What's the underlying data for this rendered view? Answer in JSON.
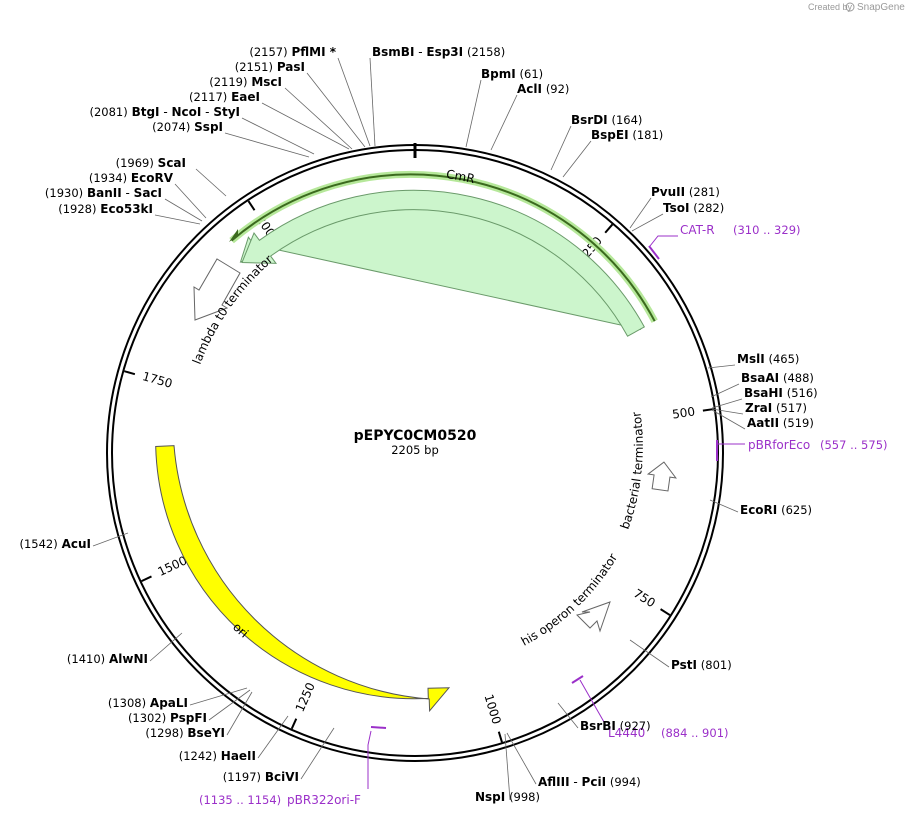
{
  "header": {
    "credit_prefix": "Created by",
    "credit_brand": "SnapGene"
  },
  "plasmid": {
    "name": "pEPYC0CM0520",
    "size_label": "2205 bp",
    "length": 2205
  },
  "ticks": [
    {
      "pos": 250,
      "label": "250"
    },
    {
      "pos": 500,
      "label": "500"
    },
    {
      "pos": 750,
      "label": "750"
    },
    {
      "pos": 1000,
      "label": "1000"
    },
    {
      "pos": 1250,
      "label": "1250"
    },
    {
      "pos": 1500,
      "label": "1500"
    },
    {
      "pos": 1750,
      "label": "1750"
    },
    {
      "pos": 2000,
      "label": "2000"
    }
  ],
  "features": [
    {
      "name": "CmR",
      "type": "cds",
      "color": "#ccf5cc",
      "stroke": "#6a9a6a",
      "highlight": "#3b6a1e"
    },
    {
      "name": "ori",
      "type": "origin",
      "color": "#ffff00",
      "stroke": "#555555"
    },
    {
      "name": "lambda t0 terminator",
      "type": "terminator"
    },
    {
      "name": "bacterial terminator",
      "type": "terminator"
    },
    {
      "name": "his operon terminator",
      "type": "terminator"
    }
  ],
  "primers": [
    {
      "name": "CAT-R",
      "range": "(310 .. 329)"
    },
    {
      "name": "pBRforEco",
      "range": "(557 .. 575)"
    },
    {
      "name": "L4440",
      "range": "(884 .. 901)"
    },
    {
      "name": "pBR322ori-F",
      "range": "(1135 .. 1154)"
    }
  ],
  "sites": [
    {
      "id": "pflmi",
      "parts": [
        "PflMI *"
      ],
      "pos": "(2157)"
    },
    {
      "id": "bsmbi",
      "parts": [
        "BsmBI",
        "Esp3I"
      ],
      "pos": "(2158)"
    },
    {
      "id": "pasi",
      "parts": [
        "PasI"
      ],
      "pos": "(2151)"
    },
    {
      "id": "bpmi",
      "parts": [
        "BpmI"
      ],
      "pos": "(61)"
    },
    {
      "id": "msci",
      "parts": [
        "MscI"
      ],
      "pos": "(2119)"
    },
    {
      "id": "acli",
      "parts": [
        "AclI"
      ],
      "pos": "(92)"
    },
    {
      "id": "eaei",
      "parts": [
        "EaeI"
      ],
      "pos": "(2117)"
    },
    {
      "id": "btgi",
      "parts": [
        "BtgI",
        "NcoI",
        "StyI"
      ],
      "pos": "(2081)"
    },
    {
      "id": "bsrdi",
      "parts": [
        "BsrDI"
      ],
      "pos": "(164)"
    },
    {
      "id": "sspi",
      "parts": [
        "SspI"
      ],
      "pos": "(2074)"
    },
    {
      "id": "bspei",
      "parts": [
        "BspEI"
      ],
      "pos": "(181)"
    },
    {
      "id": "scai",
      "parts": [
        "ScaI"
      ],
      "pos": "(1969)"
    },
    {
      "id": "ecorv",
      "parts": [
        "EcoRV"
      ],
      "pos": "(1934)"
    },
    {
      "id": "pvuii",
      "parts": [
        "PvuII"
      ],
      "pos": "(281)"
    },
    {
      "id": "banii",
      "parts": [
        "BanII",
        "SacI"
      ],
      "pos": "(1930)"
    },
    {
      "id": "tsoi",
      "parts": [
        "TsoI"
      ],
      "pos": "(282)"
    },
    {
      "id": "eco53ki",
      "parts": [
        "Eco53kI"
      ],
      "pos": "(1928)"
    },
    {
      "id": "msli",
      "parts": [
        "MslI"
      ],
      "pos": "(465)"
    },
    {
      "id": "bsaai",
      "parts": [
        "BsaAI"
      ],
      "pos": "(488)"
    },
    {
      "id": "bsahi",
      "parts": [
        "BsaHI"
      ],
      "pos": "(516)"
    },
    {
      "id": "zrai",
      "parts": [
        "ZraI"
      ],
      "pos": "(517)"
    },
    {
      "id": "aatii",
      "parts": [
        "AatII"
      ],
      "pos": "(519)"
    },
    {
      "id": "ecori",
      "parts": [
        "EcoRI"
      ],
      "pos": "(625)"
    },
    {
      "id": "acui",
      "parts": [
        "AcuI"
      ],
      "pos": "(1542)"
    },
    {
      "id": "alwni",
      "parts": [
        "AlwNI"
      ],
      "pos": "(1410)"
    },
    {
      "id": "psti",
      "parts": [
        "PstI"
      ],
      "pos": "(801)"
    },
    {
      "id": "apali",
      "parts": [
        "ApaLI"
      ],
      "pos": "(1308)"
    },
    {
      "id": "pspfi",
      "parts": [
        "PspFI"
      ],
      "pos": "(1302)"
    },
    {
      "id": "bseyi",
      "parts": [
        "BseYI"
      ],
      "pos": "(1298)"
    },
    {
      "id": "bsrbi",
      "parts": [
        "BsrBI"
      ],
      "pos": "(927)"
    },
    {
      "id": "haeii",
      "parts": [
        "HaeII"
      ],
      "pos": "(1242)"
    },
    {
      "id": "bcivi",
      "parts": [
        "BciVI"
      ],
      "pos": "(1197)"
    },
    {
      "id": "afliii",
      "parts": [
        "AflIII",
        "PciI"
      ],
      "pos": "(994)"
    },
    {
      "id": "nspi",
      "parts": [
        "NspI"
      ],
      "pos": "(998)"
    }
  ]
}
